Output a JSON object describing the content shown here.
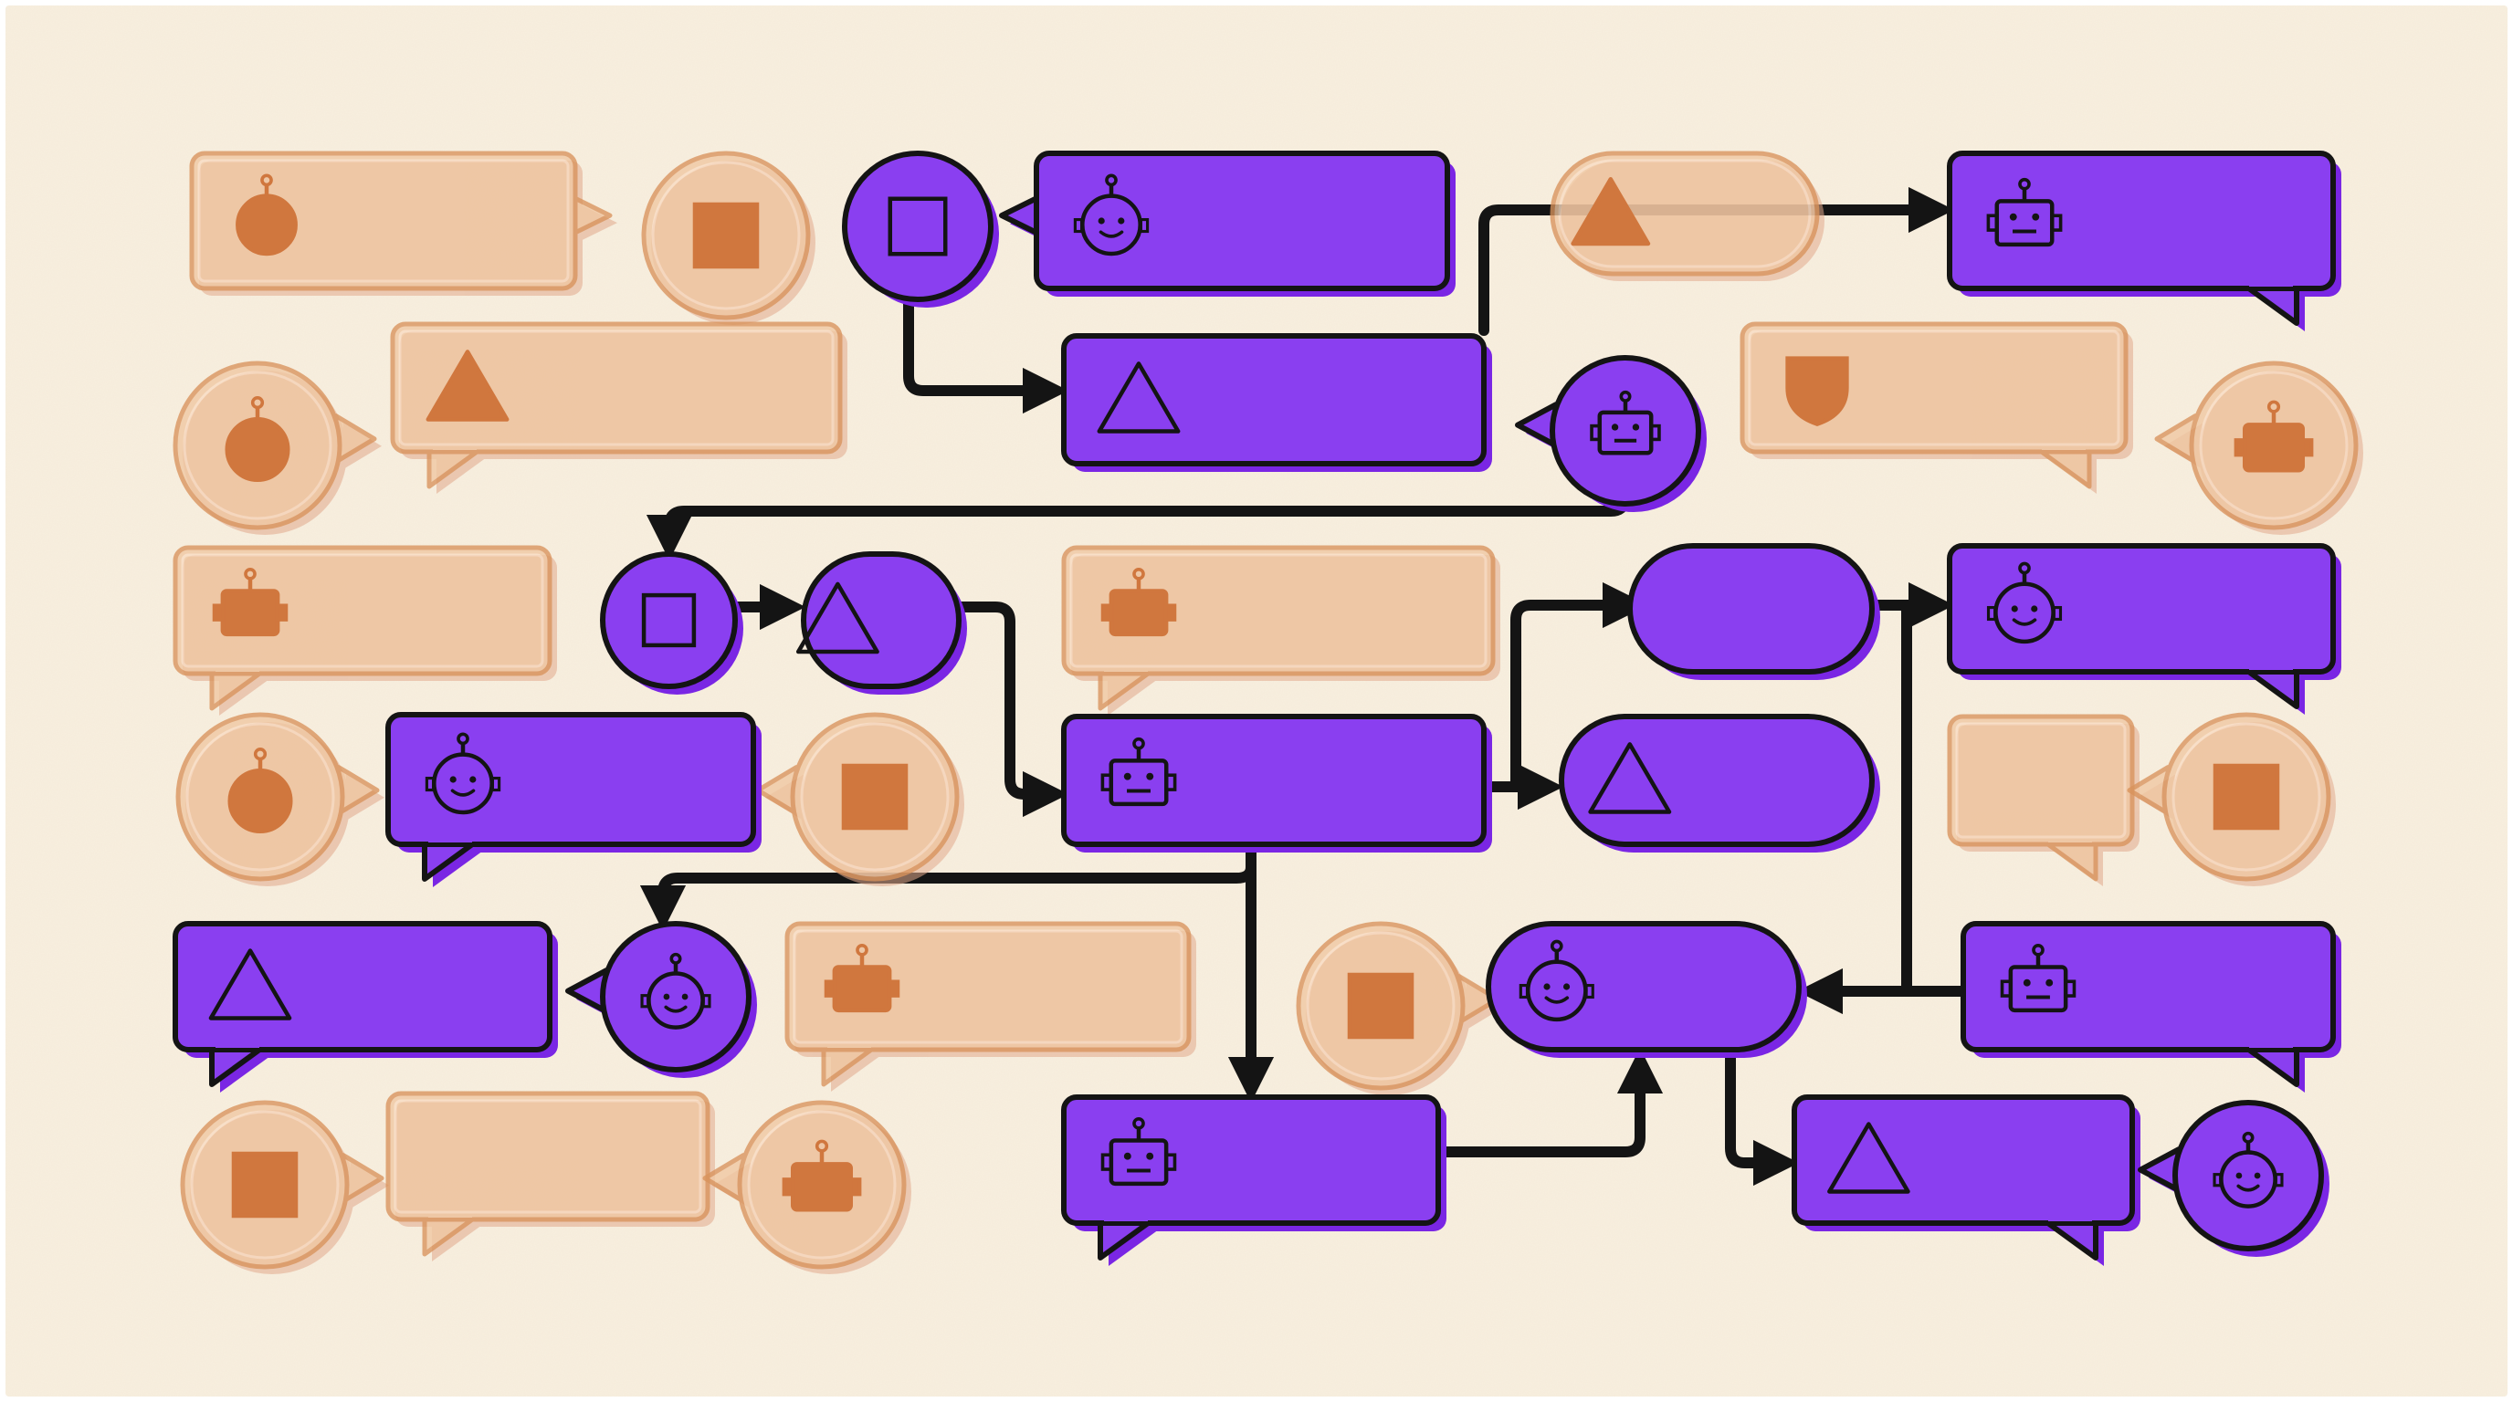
{
  "palette": {
    "paper": "#f8efdf",
    "active_fill": "#8a3ff0",
    "active_shadow": "#7a26e4",
    "faded_fill": "#f0c7a2",
    "faded_stroke": "#d9935c",
    "faded_icon": "#d0773e",
    "ink": "#141414",
    "background": "#ffffff"
  },
  "node_kinds": [
    "chat-bubble",
    "pill-bubble",
    "round-avatar-bubble"
  ],
  "icon_kinds": [
    "robot-face-icon",
    "round-face-icon",
    "triangle-icon",
    "square-icon",
    "shield-icon"
  ],
  "bubble_tail_styles": [
    "tail-bottom-left",
    "tail-bottom-right",
    "tail-pointing-left",
    "tail-pointing-right",
    "tail-top-left",
    "none"
  ],
  "states": [
    "active",
    "faded"
  ],
  "nodes": [
    {
      "id": "f1",
      "kind": "chat-bubble",
      "state": "faded",
      "icon": "round-face-icon",
      "tail": "tail-pointing-right"
    },
    {
      "id": "f2",
      "kind": "round-avatar-bubble",
      "state": "faded",
      "icon": "square-icon",
      "tail": "none"
    },
    {
      "id": "a1",
      "kind": "round-avatar-bubble",
      "state": "active",
      "icon": "square-icon",
      "tail": "none"
    },
    {
      "id": "a2",
      "kind": "chat-bubble",
      "state": "active",
      "icon": "round-face-icon",
      "tail": "tail-pointing-left"
    },
    {
      "id": "f3",
      "kind": "pill-bubble",
      "state": "faded",
      "icon": "triangle-icon",
      "tail": "none"
    },
    {
      "id": "a3",
      "kind": "chat-bubble",
      "state": "active",
      "icon": "robot-face-icon",
      "tail": "tail-bottom-right"
    },
    {
      "id": "f4",
      "kind": "round-avatar-bubble",
      "state": "faded",
      "icon": "round-face-icon",
      "tail": "tail-pointing-right"
    },
    {
      "id": "f5",
      "kind": "chat-bubble",
      "state": "faded",
      "icon": "triangle-icon",
      "tail": "tail-bottom-left"
    },
    {
      "id": "a4",
      "kind": "chat-bubble",
      "state": "active",
      "icon": "triangle-icon",
      "tail": "none"
    },
    {
      "id": "a5",
      "kind": "round-avatar-bubble",
      "state": "active",
      "icon": "robot-face-icon",
      "tail": "tail-pointing-left"
    },
    {
      "id": "f6",
      "kind": "chat-bubble",
      "state": "faded",
      "icon": "shield-icon",
      "tail": "tail-bottom-right"
    },
    {
      "id": "f7",
      "kind": "round-avatar-bubble",
      "state": "faded",
      "icon": "robot-face-icon",
      "tail": "tail-pointing-left"
    },
    {
      "id": "f8",
      "kind": "chat-bubble",
      "state": "faded",
      "icon": "robot-face-icon",
      "tail": "tail-bottom-left"
    },
    {
      "id": "a6",
      "kind": "round-avatar-bubble",
      "state": "active",
      "icon": "square-icon",
      "tail": "none"
    },
    {
      "id": "a7",
      "kind": "pill-bubble",
      "state": "active",
      "icon": "triangle-icon",
      "tail": "none"
    },
    {
      "id": "f9",
      "kind": "chat-bubble",
      "state": "faded",
      "icon": "robot-face-icon",
      "tail": "tail-bottom-left"
    },
    {
      "id": "a8",
      "kind": "pill-bubble",
      "state": "active",
      "icon": "none",
      "tail": "none"
    },
    {
      "id": "a9",
      "kind": "chat-bubble",
      "state": "active",
      "icon": "round-face-icon",
      "tail": "tail-bottom-right"
    },
    {
      "id": "f10",
      "kind": "round-avatar-bubble",
      "state": "faded",
      "icon": "round-face-icon",
      "tail": "tail-pointing-right"
    },
    {
      "id": "a10",
      "kind": "chat-bubble",
      "state": "active",
      "icon": "round-face-icon",
      "tail": "tail-bottom-left"
    },
    {
      "id": "f11",
      "kind": "round-avatar-bubble",
      "state": "faded",
      "icon": "square-icon",
      "tail": "tail-pointing-left"
    },
    {
      "id": "a11",
      "kind": "chat-bubble",
      "state": "active",
      "icon": "robot-face-icon",
      "tail": "none"
    },
    {
      "id": "a12",
      "kind": "pill-bubble",
      "state": "active",
      "icon": "triangle-icon",
      "tail": "none"
    },
    {
      "id": "f12",
      "kind": "chat-bubble",
      "state": "faded",
      "icon": "none",
      "tail": "tail-bottom-right"
    },
    {
      "id": "f13",
      "kind": "round-avatar-bubble",
      "state": "faded",
      "icon": "square-icon",
      "tail": "tail-pointing-left"
    },
    {
      "id": "a13",
      "kind": "chat-bubble",
      "state": "active",
      "icon": "triangle-icon",
      "tail": "tail-bottom-left"
    },
    {
      "id": "a14",
      "kind": "round-avatar-bubble",
      "state": "active",
      "icon": "round-face-icon",
      "tail": "tail-pointing-left"
    },
    {
      "id": "f14",
      "kind": "chat-bubble",
      "state": "faded",
      "icon": "robot-face-icon",
      "tail": "tail-bottom-left"
    },
    {
      "id": "f15",
      "kind": "round-avatar-bubble",
      "state": "faded",
      "icon": "square-icon",
      "tail": "tail-pointing-right"
    },
    {
      "id": "a15",
      "kind": "pill-bubble",
      "state": "active",
      "icon": "round-face-icon",
      "tail": "none"
    },
    {
      "id": "a16",
      "kind": "chat-bubble",
      "state": "active",
      "icon": "robot-face-icon",
      "tail": "tail-bottom-right"
    },
    {
      "id": "f16",
      "kind": "round-avatar-bubble",
      "state": "faded",
      "icon": "square-icon",
      "tail": "tail-pointing-right"
    },
    {
      "id": "f17",
      "kind": "chat-bubble",
      "state": "faded",
      "icon": "none",
      "tail": "tail-bottom-left"
    },
    {
      "id": "f18",
      "kind": "round-avatar-bubble",
      "state": "faded",
      "icon": "robot-face-icon",
      "tail": "tail-pointing-left"
    },
    {
      "id": "a17",
      "kind": "chat-bubble",
      "state": "active",
      "icon": "robot-face-icon",
      "tail": "tail-bottom-left"
    },
    {
      "id": "a18",
      "kind": "chat-bubble",
      "state": "active",
      "icon": "triangle-icon",
      "tail": "tail-bottom-right"
    },
    {
      "id": "a19",
      "kind": "round-avatar-bubble",
      "state": "active",
      "icon": "round-face-icon",
      "tail": "tail-pointing-left"
    }
  ],
  "edges": [
    {
      "from": "a1",
      "to": "a4"
    },
    {
      "from": "a4",
      "to": "a3"
    },
    {
      "from": "a5",
      "to": "a6"
    },
    {
      "from": "a6",
      "to": "a7"
    },
    {
      "from": "a7",
      "to": "a11"
    },
    {
      "from": "a11",
      "to": "a12"
    },
    {
      "from": "a11",
      "to": "a8"
    },
    {
      "from": "a8",
      "to": "a9"
    },
    {
      "from": "a11",
      "to": "a14"
    },
    {
      "from": "a11",
      "to": "a17"
    },
    {
      "from": "a16",
      "to": "a15"
    },
    {
      "from": "a17",
      "to": "a15"
    },
    {
      "from": "a15",
      "to": "a18"
    }
  ]
}
